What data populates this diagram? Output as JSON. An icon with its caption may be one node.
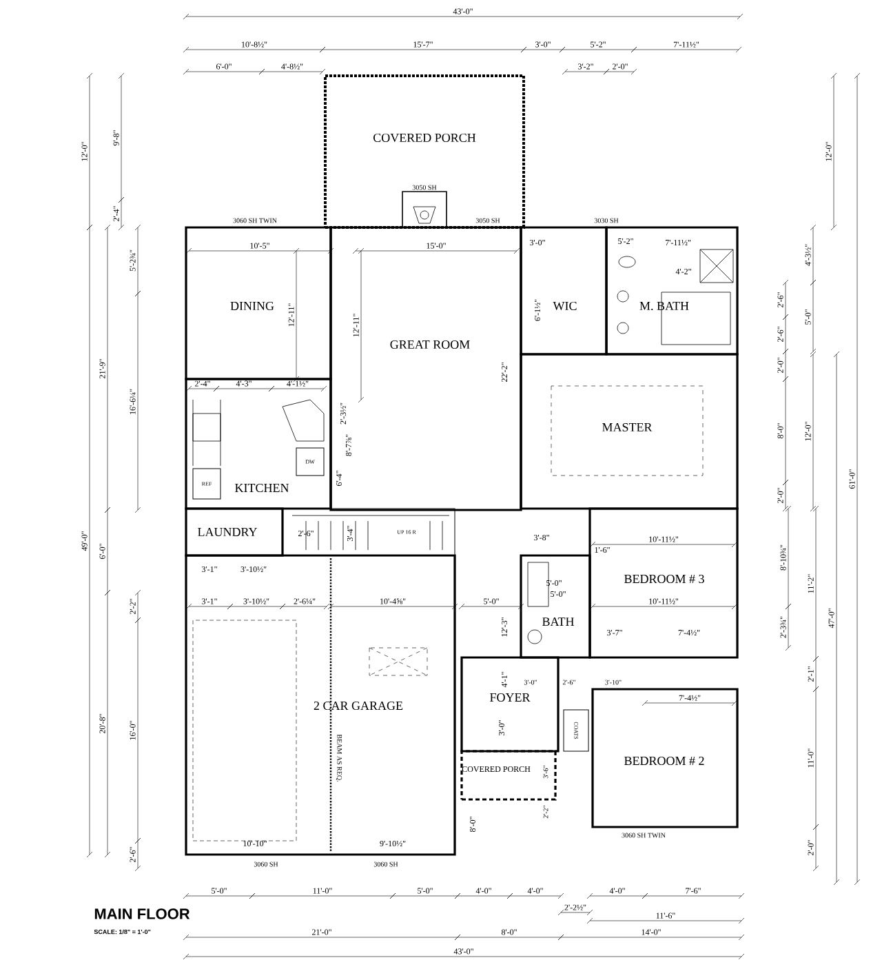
{
  "diagram": {
    "title": "MAIN FLOOR",
    "caption": "SCALE: 1/8\" = 1'-0\"",
    "nodes": [
      {
        "text": [
          "COVERED PORCH"
        ]
      },
      {
        "text": [
          "DINING"
        ]
      },
      {
        "text": [
          "GREAT ROOM"
        ]
      },
      {
        "text": [
          "WIC"
        ]
      },
      {
        "text": [
          "M. BATH"
        ]
      },
      {
        "text": [
          "MASTER"
        ]
      },
      {
        "text": [
          "KITCHEN"
        ]
      },
      {
        "text": [
          "REF"
        ],
        "in": 6
      },
      {
        "text": [
          "DW"
        ],
        "in": 6
      },
      {
        "text": [
          "LAUNDRY"
        ]
      },
      {
        "text": [
          "UP 16 R"
        ]
      },
      {
        "text": [
          "BEDROOM # 3"
        ]
      },
      {
        "text": [
          "BATH"
        ]
      },
      {
        "text": [
          "2 CAR GARAGE"
        ]
      },
      {
        "text": [
          "FOYER"
        ]
      },
      {
        "text": [
          "COATS"
        ]
      },
      {
        "text": [
          "COVERED PORCH"
        ]
      },
      {
        "text": [
          "BEDROOM # 2"
        ]
      }
    ],
    "labels": [
      "43'-0\"",
      "10'-8½\"",
      "15'-7\"",
      "3'-0\"",
      "5'-2\"",
      "7'-11½\"",
      "6'-0\"",
      "4'-8½\"",
      "3'-2\"",
      "2'-0\"",
      "12'-0\"",
      "9'-8\"",
      "2'-4\"",
      "5'-2¾\"",
      "21'-9\"",
      "16'-6¼\"",
      "49'-0\"",
      "6'-0\"",
      "2'-2\"",
      "20'-8\"",
      "16'-0\"",
      "2'-6\"",
      "12'-0\"",
      "61'-0\"",
      "4'-3½\"",
      "2'-6\"",
      "5'-0\"",
      "2'-6\"",
      "2'-0\"",
      "8'-0\"",
      "12'-0\"",
      "2'-0\"",
      "47'-0\"",
      "8'-10¾\"",
      "11'-2\"",
      "2'-3¾\"",
      "2'-1\"",
      "11'-0\"",
      "2'-0\"",
      "10'-5\"",
      "15'-0\"",
      "12'-11\"",
      "12'-11\"",
      "2'-4\"",
      "4'-3\"",
      "4'-1½\"",
      "2'-3½\"",
      "8'-7⅞\"",
      "6'-4\"",
      "2'-6\"",
      "3'-4\"",
      "22'-2\"",
      "3'-0\"",
      "5'-2\"",
      "7'-11½\"",
      "4'-2\"",
      "6'-1½\"",
      "3'-8\"",
      "1'-6\"",
      "10'-11½\"",
      "5'-0\"",
      "5'-0\"",
      "5'-0\"",
      "10'-11½\"",
      "12'-3\"",
      "3'-7\"",
      "7'-4½\"",
      "4'-1\"",
      "3'-0\"",
      "2'-6\"",
      "3'-10\"",
      "7'-4½\"",
      "3'-0\"",
      "3'-6\"",
      "2'-2\"",
      "8'-0\"",
      "3'-1\"",
      "3'-10½\"",
      "3'-1\"",
      "3'-10½\"",
      "2'-6¼\"",
      "10'-4⅝\"",
      "10'-10\"",
      "9'-10½\"",
      "BEAM AS REQ.",
      "5'-0\"",
      "11'-0\"",
      "5'-0\"",
      "4'-0\"",
      "4'-0\"",
      "2'-2½\"",
      "4'-0\"",
      "7'-6\"",
      "11'-6\"",
      "21'-0\"",
      "8'-0\"",
      "14'-0\"",
      "43'-0\"",
      "3060 SH TWIN",
      "3050 SH",
      "3050 SH",
      "3030 SH",
      "3060 SH TWIN",
      "3060 SH",
      "3060 SH"
    ]
  }
}
